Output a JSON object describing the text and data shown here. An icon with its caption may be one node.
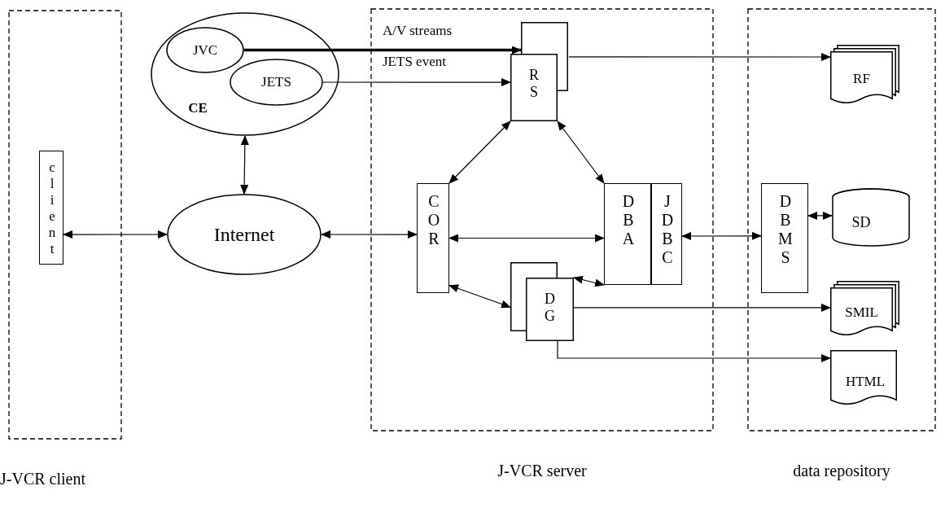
{
  "diagram": {
    "nodes": [
      {
        "text": [
          "J-VCR client"
        ]
      },
      {
        "text": [
          "c l i e n t"
        ],
        "in": 0
      },
      {
        "text": [
          "CE"
        ]
      },
      {
        "text": [
          "JVC"
        ],
        "in": 2
      },
      {
        "text": [
          "JETS"
        ],
        "in": 2
      },
      {
        "text": [
          "Internet"
        ]
      },
      {
        "text": [
          "J-VCR server"
        ]
      },
      {
        "text": [
          "R S"
        ],
        "in": 6
      },
      {
        "text": [
          "C O R"
        ],
        "in": 6
      },
      {
        "text": [
          "D B A"
        ],
        "in": 6
      },
      {
        "text": [
          "J D B C"
        ],
        "in": 6
      },
      {
        "text": [
          "D G"
        ],
        "in": 6
      },
      {
        "text": [
          "data repository"
        ]
      },
      {
        "text": [
          "RF"
        ],
        "in": 12
      },
      {
        "text": [
          "D B M S"
        ],
        "in": 12
      },
      {
        "text": [
          "SD"
        ],
        "in": 12
      },
      {
        "text": [
          "SMIL"
        ],
        "in": 12
      },
      {
        "text": [
          "HTML"
        ],
        "in": 12
      }
    ],
    "edges": [
      {
        "from": 1,
        "to": 5,
        "arrow": "both"
      },
      {
        "from": 2,
        "to": 5,
        "arrow": "both"
      },
      {
        "from": 5,
        "to": 8,
        "arrow": "both"
      },
      {
        "from": 3,
        "to": 7,
        "arrow": "to",
        "label": "A/V streams",
        "style": "thick"
      },
      {
        "from": 4,
        "to": 7,
        "arrow": "to",
        "label": "JETS event"
      },
      {
        "from": 7,
        "to": 13,
        "arrow": "to"
      },
      {
        "from": 7,
        "to": 8,
        "arrow": "both"
      },
      {
        "from": 7,
        "to": 9,
        "arrow": "both"
      },
      {
        "from": 8,
        "to": 9,
        "arrow": "both"
      },
      {
        "from": 8,
        "to": 11,
        "arrow": "both"
      },
      {
        "from": 11,
        "to": 9,
        "arrow": "both"
      },
      {
        "from": 10,
        "to": 14,
        "arrow": "both"
      },
      {
        "from": 14,
        "to": 15,
        "arrow": "both"
      },
      {
        "from": 11,
        "to": 16,
        "arrow": "to"
      },
      {
        "from": 11,
        "to": 17,
        "arrow": "to"
      }
    ]
  }
}
